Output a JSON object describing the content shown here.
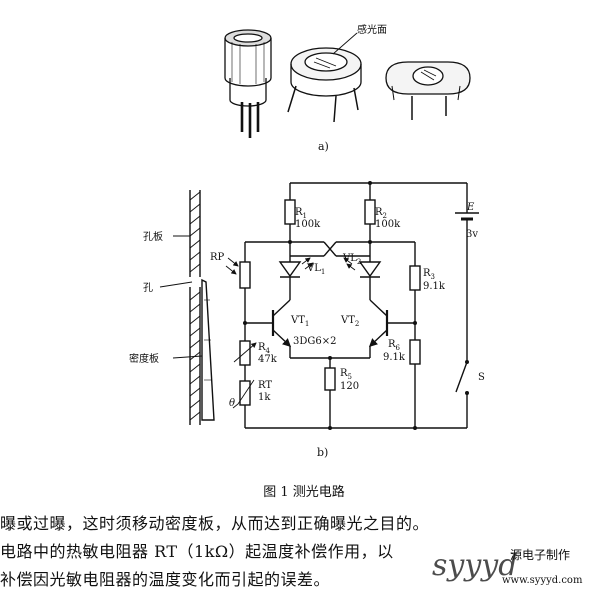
{
  "part_a": {
    "callout": "感光面",
    "caption": "a)"
  },
  "part_b": {
    "caption": "b)",
    "labels": {
      "hole_plate": "孔板",
      "hole": "孔",
      "density_plate": "密度板",
      "rp": "RP",
      "r1": "R",
      "r1_sub": "1",
      "r1_val": "100k",
      "r2": "R",
      "r2_sub": "2",
      "r2_val": "100k",
      "e": "E",
      "v3": "3v",
      "vl1": "VL",
      "vl1_sub": "1",
      "vl2": "VL",
      "vl2_sub": "2",
      "r3": "R",
      "r3_sub": "3",
      "r3_val": "9.1k",
      "vt1": "VT",
      "vt1_sub": "1",
      "vt2": "VT",
      "vt2_sub": "2",
      "r4": "R",
      "r4_sub": "4",
      "r4_val": "47k",
      "part": "3DG6×2",
      "r6": "R",
      "r6_sub": "6",
      "r6_val": "9.1k",
      "s": "S",
      "r5": "R",
      "r5_sub": "5",
      "r5_val": "120",
      "rt": "RT",
      "rt_val": "1k",
      "theta": "θ"
    }
  },
  "figure_caption": "图 1    测光电路",
  "text_lines": [
    "曝或过曝，这时须移动密度板，从而达到正确曝光之目的。",
    "    电路中的热敏电阻器 RT（1kΩ）起温度补偿作用，以",
    "补偿因光敏电阻器的温度变化而引起的误差。"
  ],
  "watermark": {
    "brand": "syyyd",
    "line1": "源电子制作",
    "line2": "www.syyyd.com"
  }
}
